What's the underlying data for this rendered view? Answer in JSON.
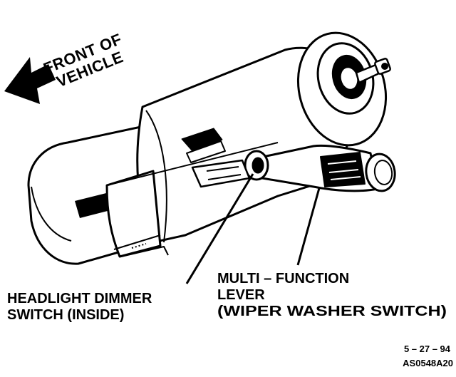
{
  "direction_label": {
    "line1": "FRONT OF",
    "line2": "VEHICLE"
  },
  "callouts": {
    "headlight_dimmer": {
      "line1": "HEADLIGHT DIMMER",
      "line2": "SWITCH (INSIDE)"
    },
    "multi_function": {
      "line1": "MULTI – FUNCTION",
      "line2": "LEVER",
      "line3": "(WIPER WASHER SWITCH)"
    }
  },
  "reference": {
    "date": "5 – 27 – 94",
    "code": "AS0548A20"
  },
  "icons": {
    "direction_arrow": "arrow-left-up-icon"
  }
}
